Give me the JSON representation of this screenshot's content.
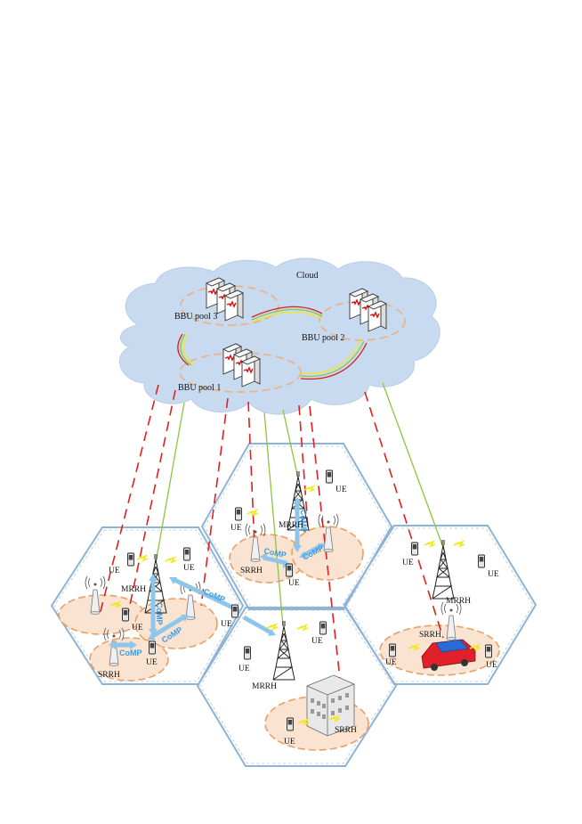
{
  "cloud": {
    "label": "Cloud",
    "pools": [
      "BBU pool 3",
      "BBU pool 2",
      "BBU pool 1"
    ]
  },
  "labels": {
    "ue": "UE",
    "mrrh": "MRRH",
    "srrh": "SRRH",
    "comp": "CoMP"
  },
  "colors": {
    "cloud_fill": "#c8daf0",
    "hex_stroke": "#8fb3d6",
    "fronthaul_dashed": "#e02020",
    "fronthaul_solid": "#8cc63f",
    "comp_arrow": "#8ec6ea",
    "small_cell_fill": "#fbe3d2",
    "small_cell_stroke": "#e8a064"
  }
}
